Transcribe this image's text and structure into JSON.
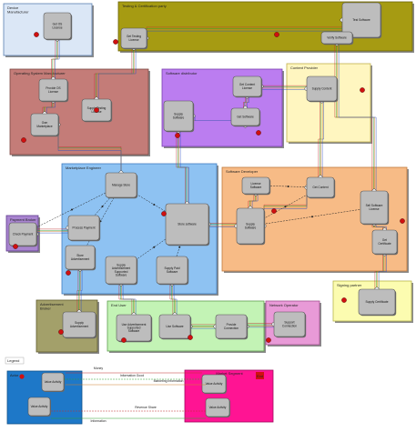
{
  "zones": [
    {
      "id": "device-manufacturer",
      "label": "Device Manufacturer",
      "fill": "#dbe7f6",
      "stroke": "#5a7fb0"
    },
    {
      "id": "testing-certification",
      "label": "Testing & Certification party",
      "fill": "#a69b12",
      "stroke": "#6b6408"
    },
    {
      "id": "operating-system-manufacturer",
      "label": "Operating System Manufacturer",
      "fill": "#c47c78",
      "stroke": "#7a4440"
    },
    {
      "id": "software-distributor",
      "label": "Software distributor",
      "fill": "#bb7df0",
      "stroke": "#7a3fb0"
    },
    {
      "id": "content-provider",
      "label": "Content Provider",
      "fill": "#fff6c0",
      "stroke": "#c2b04a"
    },
    {
      "id": "marketplace-engineer",
      "label": "Marketplace Engineer",
      "fill": "#8ec2f2",
      "stroke": "#3f7cc0"
    },
    {
      "id": "software-developer",
      "label": "Software Developer",
      "fill": "#f7bb86",
      "stroke": "#c07a3c"
    },
    {
      "id": "payment-broker",
      "label": "Payment Broker",
      "fill": "#a884cf",
      "stroke": "#5f3a8e"
    },
    {
      "id": "signing-partner",
      "label": "Signing partner",
      "fill": "#fcfcb0",
      "stroke": "#b8b54a"
    },
    {
      "id": "advertisement-broker",
      "label": "Advertisement Broker",
      "fill": "#a3a06a",
      "stroke": "#5e5b2c"
    },
    {
      "id": "end-user",
      "label": "End User",
      "fill": "#c3f3b5",
      "stroke": "#5f9e4e"
    },
    {
      "id": "network-operator",
      "label": "Network Operator",
      "fill": "#e89ad7",
      "stroke": "#a0508e"
    }
  ],
  "processes": [
    {
      "id": "get-os-license",
      "label": "Get OS License"
    },
    {
      "id": "get-testing-license",
      "label": "Get Testing License"
    },
    {
      "id": "test-software",
      "label": "Test Software"
    },
    {
      "id": "verify-software",
      "label": "Verify Software"
    },
    {
      "id": "provide-os-license",
      "label": "Provide OS License"
    },
    {
      "id": "supply-testing-license",
      "label": "Supply Testing License"
    },
    {
      "id": "own-marketplace",
      "label": "Own Marketplace"
    },
    {
      "id": "supply-software",
      "label": "Supply Software"
    },
    {
      "id": "get-content-license",
      "label": "Get Content License"
    },
    {
      "id": "get-software",
      "label": "Get Software"
    },
    {
      "id": "supply-content",
      "label": "Supply Content"
    },
    {
      "id": "manage-store",
      "label": "Manage Store"
    },
    {
      "id": "check-payment",
      "label": "Check Payment"
    },
    {
      "id": "store-advertisement",
      "label": "Store Advertisement"
    },
    {
      "id": "store-software",
      "label": "Store software"
    },
    {
      "id": "license-software",
      "label": "License Software"
    },
    {
      "id": "get-content",
      "label": "Get Content"
    },
    {
      "id": "sell-software-license",
      "label": "Sell Software License"
    },
    {
      "id": "supply-software-dev",
      "label": "Supply Software"
    },
    {
      "id": "get-certificate",
      "label": "Get Certificate"
    },
    {
      "id": "process-payment",
      "label": "Process Payment"
    },
    {
      "id": "supply-advertisement-supported",
      "label": "Supply Advertisement Supported Software"
    },
    {
      "id": "supply-paid-software",
      "label": "Supply Paid Software"
    },
    {
      "id": "supply-certificate",
      "label": "Supply Certificate"
    },
    {
      "id": "supply-advertisement",
      "label": "Supply Advertisement"
    },
    {
      "id": "use-advertisement-supported",
      "label": "Use Advertisement Supported Software"
    },
    {
      "id": "use-software",
      "label": "Use Software"
    },
    {
      "id": "provide-connection",
      "label": "Provide Connection"
    },
    {
      "id": "support-connection",
      "label": "Support Connection"
    }
  ],
  "legend": {
    "title": "Legend",
    "left_actor": {
      "label": "Actor",
      "fill": "#1e78c8"
    },
    "right_actor": {
      "label": "Market Segment",
      "fill": "#ff1493"
    },
    "left_process_1": "Value Activity",
    "left_process_2": "Value Activity",
    "right_process_1": "Value Activity",
    "right_process_2": "Value Activity",
    "right_end": "End",
    "flows": [
      {
        "label": "Money",
        "color": "#c03030"
      },
      {
        "label": "Information Good",
        "color": "#30a030"
      },
      {
        "label": "Marketing Information",
        "color": "#d08030"
      },
      {
        "label": "Revenue Share",
        "color": "#c03030"
      },
      {
        "label": "Information",
        "color": "#30a030"
      }
    ]
  },
  "colors": {
    "process_fill": "#bdbdbd",
    "process_stroke": "#555555",
    "start_stimulus": "#d01010",
    "connector": "#222222"
  }
}
